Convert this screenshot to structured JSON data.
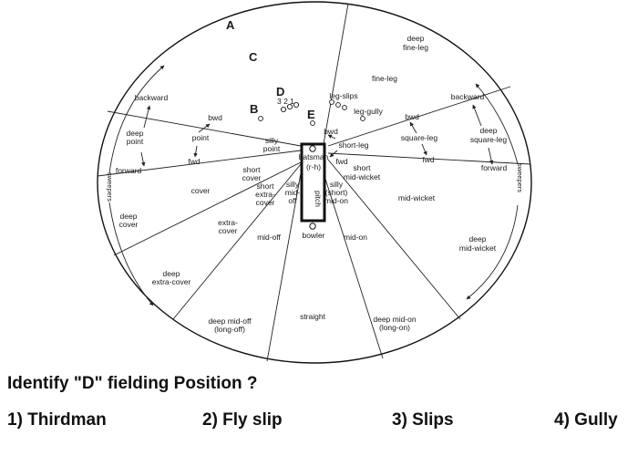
{
  "diagram": {
    "markers": {
      "A": "A",
      "B": "B",
      "C": "C",
      "D": "D",
      "E": "E",
      "slip_numbers": "3 2 1"
    },
    "positions": {
      "deep_fine_leg": [
        "deep",
        "fine-leg"
      ],
      "fine_leg": "fine-leg",
      "leg_slips": "leg-slips",
      "leg_gully": "leg-gully",
      "backward_leg": "backward",
      "deep_square_leg": [
        "deep",
        "square-leg"
      ],
      "bwd_leg": "bwd",
      "square_leg": "square-leg",
      "fwd_leg": "fwd",
      "forward_leg": "forward",
      "bwd_short_leg": "bwd",
      "short_leg": "short-leg",
      "fwd_short_leg": "fwd",
      "short_mid_wicket": [
        "short",
        "mid-wicket"
      ],
      "mid_wicket": "mid-wicket",
      "deep_mid_wicket": [
        "deep",
        "mid-wicket"
      ],
      "silly_short_mid_on": [
        "silly",
        "(short)",
        "mid-on"
      ],
      "mid_on": "mid-on",
      "deep_mid_on": [
        "deep mid-on",
        "(long-on)"
      ],
      "straight": "straight",
      "deep_mid_off": [
        "deep mid-off",
        "(long-off)"
      ],
      "mid_off": "mid-off",
      "silly_mid_off": [
        "silly",
        "mid-",
        "off"
      ],
      "short_extra_cover": [
        "short",
        "extra-",
        "cover"
      ],
      "extra_cover": [
        "extra-",
        "cover"
      ],
      "deep_extra_cover": [
        "deep",
        "extra-cover"
      ],
      "deep_cover": [
        "deep",
        "cover"
      ],
      "cover": "cover",
      "short_cover": [
        "short",
        "cover"
      ],
      "silly_point": [
        "silly",
        "point"
      ],
      "bwd_off": "bwd",
      "point": "point",
      "fwd_off": "fwd",
      "backward_off": "backward",
      "deep_point": [
        "deep",
        "point"
      ],
      "forward_off": "forward",
      "batsman": "batsman",
      "rh": "(r-h)",
      "pitch": "pitch",
      "bowler": "bowler",
      "sweepers_left": "sweepers",
      "sweepers_right": "sweepers"
    }
  },
  "question": {
    "text": "Identify \"D\" fielding Position ?",
    "options": [
      "1) Thirdman",
      "2) Fly slip",
      "3) Slips",
      "4) Gully"
    ]
  }
}
